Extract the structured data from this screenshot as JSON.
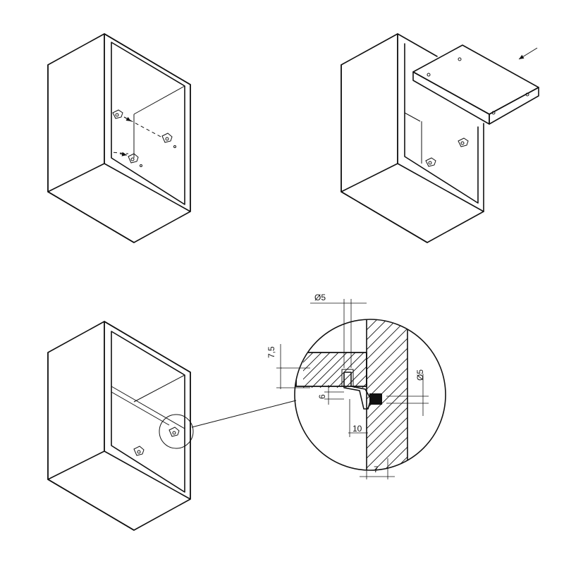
{
  "dimensions": {
    "hole_diameter_top": "Ø5",
    "height_7_5": "7,5",
    "height_6": "6",
    "width_10": "10",
    "width_7": "7",
    "hole_diameter_right": "Ø5"
  }
}
